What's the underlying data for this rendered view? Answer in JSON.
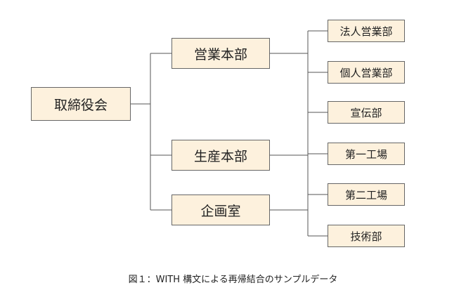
{
  "org_chart": {
    "root": {
      "label": "取締役会"
    },
    "divisions": [
      {
        "label": "営業本部"
      },
      {
        "label": "生産本部"
      },
      {
        "label": "企画室"
      }
    ],
    "departments": [
      {
        "label": "法人営業部"
      },
      {
        "label": "個人営業部"
      },
      {
        "label": "宣伝部"
      },
      {
        "label": "第一工場"
      },
      {
        "label": "第二工場"
      },
      {
        "label": "技術部"
      }
    ]
  },
  "caption": "図１：WITH 構文による再帰結合のサンプルデータ"
}
